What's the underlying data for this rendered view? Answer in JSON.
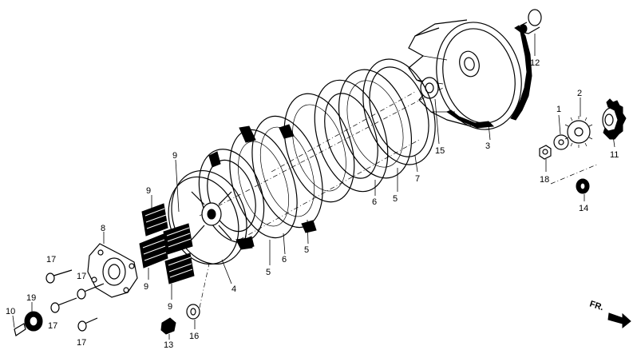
{
  "diagram": {
    "direction_label": "FR.",
    "callouts": [
      {
        "id": "c1",
        "text": "1"
      },
      {
        "id": "c2",
        "text": "2"
      },
      {
        "id": "c3",
        "text": "3"
      },
      {
        "id": "c4",
        "text": "4"
      },
      {
        "id": "c5a",
        "text": "5"
      },
      {
        "id": "c5b",
        "text": "5"
      },
      {
        "id": "c5c",
        "text": "5"
      },
      {
        "id": "c6a",
        "text": "6"
      },
      {
        "id": "c6b",
        "text": "6"
      },
      {
        "id": "c7",
        "text": "7"
      },
      {
        "id": "c8",
        "text": "8"
      },
      {
        "id": "c9a",
        "text": "9"
      },
      {
        "id": "c9b",
        "text": "9"
      },
      {
        "id": "c9c",
        "text": "9"
      },
      {
        "id": "c9d",
        "text": "9"
      },
      {
        "id": "c10",
        "text": "10"
      },
      {
        "id": "c11",
        "text": "11"
      },
      {
        "id": "c12",
        "text": "12"
      },
      {
        "id": "c13",
        "text": "13"
      },
      {
        "id": "c14",
        "text": "14"
      },
      {
        "id": "c15",
        "text": "15"
      },
      {
        "id": "c16",
        "text": "16"
      },
      {
        "id": "c17a",
        "text": "17"
      },
      {
        "id": "c17b",
        "text": "17"
      },
      {
        "id": "c17c",
        "text": "17"
      },
      {
        "id": "c17d",
        "text": "17"
      },
      {
        "id": "c18",
        "text": "18"
      },
      {
        "id": "c19",
        "text": "19"
      }
    ]
  }
}
